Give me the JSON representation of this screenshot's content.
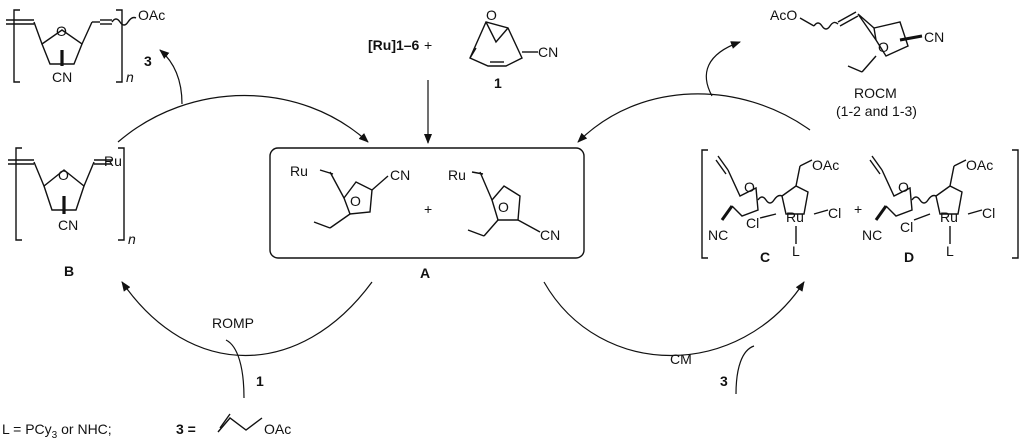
{
  "reagents": {
    "catalyst": "[Ru]1–6",
    "plus": "+",
    "monomer_number": "1"
  },
  "intermediate_A": {
    "label": "A",
    "plus": "+"
  },
  "polymer_top": {
    "substituent": "OAc",
    "cn": "CN",
    "subscript": "n"
  },
  "polymer_B": {
    "label": "B",
    "metal": "Ru",
    "cn": "CN",
    "subscript": "n"
  },
  "rocm_product": {
    "oac": "AcO",
    "cn": "CN",
    "label_line1": "ROCM",
    "label_line2": "(1-2 and 1-3)"
  },
  "metallacycles": {
    "C": {
      "label": "C",
      "oac": "OAc",
      "cl": "Cl",
      "ru": "Ru",
      "l": "L",
      "cn": "NC"
    },
    "D": {
      "label": "D",
      "oac": "OAc",
      "cl": "Cl",
      "ru": "Ru",
      "l": "L",
      "cn": "NC"
    },
    "plus": "+"
  },
  "arrows": {
    "romp": "ROMP",
    "cm": "CM",
    "reagent_1": "1",
    "reagent_3": "3"
  },
  "footer": {
    "l_def": "L = PCy",
    "l_sub": "3",
    "l_tail": " or NHC;",
    "three_eq": "3 =",
    "oac": "OAc"
  },
  "chem": {
    "ring_o": "O",
    "ru_short": "Ru",
    "cn_short": "CN"
  }
}
